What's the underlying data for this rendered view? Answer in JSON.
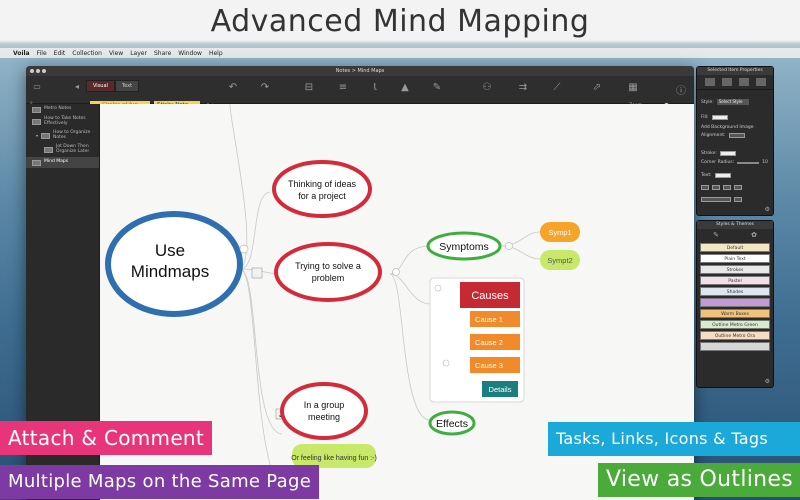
{
  "banner": {
    "title": "Advanced Mind Mapping"
  },
  "menubar": {
    "app": "Voila",
    "items": [
      "File",
      "Edit",
      "Collection",
      "View",
      "Layer",
      "Share",
      "Window",
      "Help"
    ]
  },
  "window": {
    "title": "Notes > Mind Maps",
    "toolbar": {
      "visual_tab": "Visual",
      "text_tab": "Text"
    },
    "tags": {
      "orange": "Circles of fun",
      "yellow": "Sticky Note"
    },
    "zoom_label": "Zoom"
  },
  "sidebar": {
    "items": [
      {
        "label": "Metro Notes"
      },
      {
        "label": "How to Take Notes Effectively"
      },
      {
        "label": "How to Organize Notes"
      },
      {
        "label": "Jot Down Then Organize Later"
      },
      {
        "label": "Mind Maps"
      }
    ]
  },
  "mindmap": {
    "root": "Use Mindmaps",
    "root_line1": "Use",
    "root_line2": "Mindmaps",
    "thinking_1": "Thinking of ideas",
    "thinking_2": "for a project",
    "trying_1": "Trying to solve a",
    "trying_2": "problem",
    "group_1": "In a group",
    "group_2": "meeting",
    "fun": "Or feeling like having fun :-)",
    "symptoms": "Symptoms",
    "symp1": "Symp1",
    "symp2": "Sympt2",
    "causes": "Causes",
    "cause1": "Cause 1",
    "cause2": "Cause 2",
    "cause3": "Cause 3",
    "details": "Details",
    "effects": "Effects"
  },
  "props": {
    "title": "Selected Item Properties",
    "style_label": "Style:",
    "style_value": "Select Style",
    "fill": "Fill:",
    "bg_image": "Add Background Image",
    "alignment": "Alignment:",
    "stroke": "Stroke:",
    "corner_radius": "Corner Radius:",
    "corner_value": "10",
    "text": "Text:"
  },
  "themes_panel": {
    "title": "Styles & Themes",
    "items": [
      {
        "label": "Default",
        "color": "#f4e6c0"
      },
      {
        "label": "Plain Text",
        "color": "#ffffff"
      },
      {
        "label": "Strokes",
        "color": "#e8e8e8"
      },
      {
        "label": "Pastel",
        "color": "#f2dfe8"
      },
      {
        "label": "Shades",
        "color": "#dde6ef"
      },
      {
        "label": "",
        "color": "#c39ad6"
      },
      {
        "label": "Warm Boxes",
        "color": "#f2c27a"
      },
      {
        "label": "Outline Metro Green",
        "color": "#d7ecc9"
      },
      {
        "label": "Outline Metro Ora",
        "color": "#f6dcc2"
      },
      {
        "label": "",
        "color": "#d6d6d6"
      }
    ]
  },
  "promos": {
    "attach": "Attach & Comment",
    "multiple": "Multiple Maps on the Same Page",
    "tasks": "Tasks, Links, Icons & Tags",
    "outlines": "View as Outlines"
  },
  "colors": {
    "blue": "#2f6fb0",
    "red": "#d42b3a",
    "green": "#3fae3f",
    "orange": "#f08a2b",
    "teal": "#1b7f80",
    "lime": "#c8e86a"
  }
}
